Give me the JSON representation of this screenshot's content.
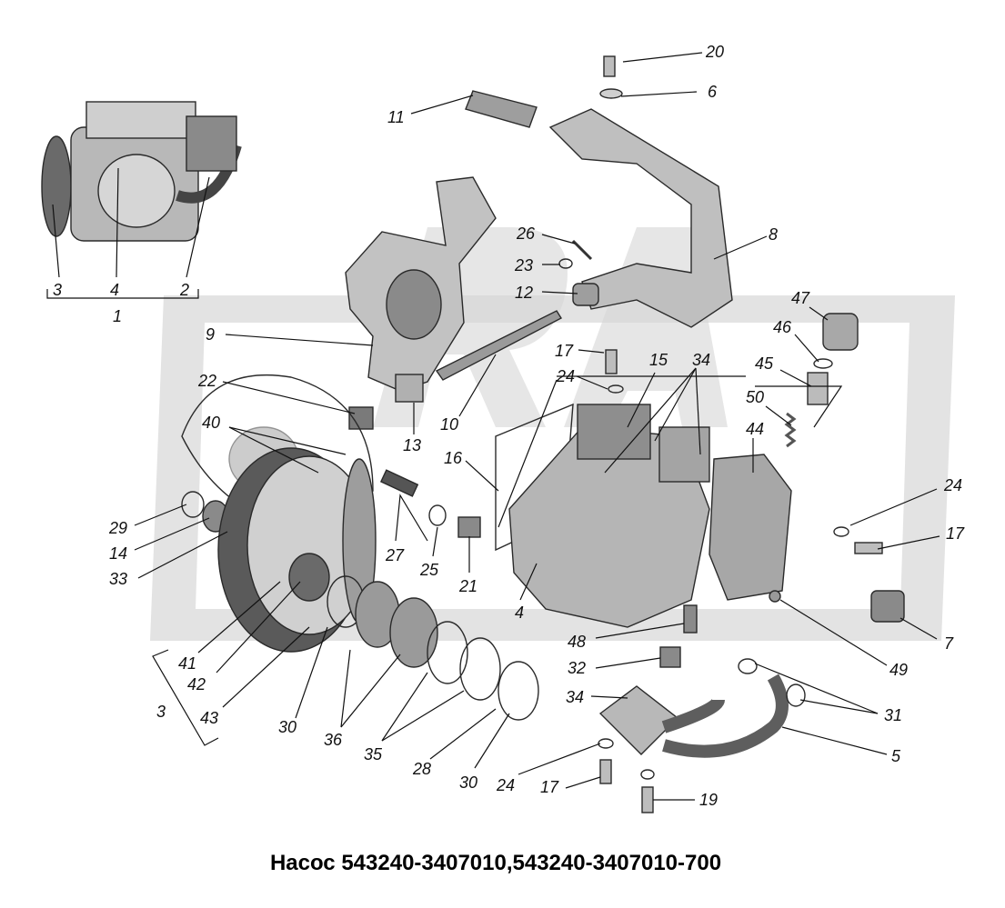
{
  "title": "Насос 543240-3407010,543240-3407010-700",
  "watermark": "RA",
  "colors": {
    "part_light": "#cfcfcf",
    "part_mid": "#a8a8a8",
    "part_dark": "#555555",
    "watermark": "#d8d8d8"
  },
  "labels": [
    {
      "id": "p20",
      "text": "20"
    },
    {
      "id": "p6",
      "text": "6"
    },
    {
      "id": "p11",
      "text": "11"
    },
    {
      "id": "p8",
      "text": "8"
    },
    {
      "id": "p26",
      "text": "26"
    },
    {
      "id": "p23",
      "text": "23"
    },
    {
      "id": "p12",
      "text": "12"
    },
    {
      "id": "p9",
      "text": "9"
    },
    {
      "id": "p47",
      "text": "47"
    },
    {
      "id": "p46",
      "text": "46"
    },
    {
      "id": "p45",
      "text": "45"
    },
    {
      "id": "p50",
      "text": "50"
    },
    {
      "id": "p17a",
      "text": "17"
    },
    {
      "id": "p15",
      "text": "15"
    },
    {
      "id": "p34a",
      "text": "34"
    },
    {
      "id": "p24a",
      "text": "24"
    },
    {
      "id": "p22",
      "text": "22"
    },
    {
      "id": "p40",
      "text": "40"
    },
    {
      "id": "p13",
      "text": "13"
    },
    {
      "id": "p10",
      "text": "10"
    },
    {
      "id": "p16",
      "text": "16"
    },
    {
      "id": "p44",
      "text": "44"
    },
    {
      "id": "p24b",
      "text": "24"
    },
    {
      "id": "p17b",
      "text": "17"
    },
    {
      "id": "p29",
      "text": "29"
    },
    {
      "id": "p14",
      "text": "14"
    },
    {
      "id": "p33",
      "text": "33"
    },
    {
      "id": "p27",
      "text": "27"
    },
    {
      "id": "p25",
      "text": "25"
    },
    {
      "id": "p21",
      "text": "21"
    },
    {
      "id": "p4",
      "text": "4"
    },
    {
      "id": "p7",
      "text": "7"
    },
    {
      "id": "p48",
      "text": "48"
    },
    {
      "id": "p49",
      "text": "49"
    },
    {
      "id": "p41",
      "text": "41"
    },
    {
      "id": "p42",
      "text": "42"
    },
    {
      "id": "p32",
      "text": "32"
    },
    {
      "id": "p3",
      "text": "3"
    },
    {
      "id": "p43",
      "text": "43"
    },
    {
      "id": "p30a",
      "text": "30"
    },
    {
      "id": "p36",
      "text": "36"
    },
    {
      "id": "p35",
      "text": "35"
    },
    {
      "id": "p34b",
      "text": "34"
    },
    {
      "id": "p31",
      "text": "31"
    },
    {
      "id": "p5",
      "text": "5"
    },
    {
      "id": "p28",
      "text": "28"
    },
    {
      "id": "p30b",
      "text": "30"
    },
    {
      "id": "p24c",
      "text": "24"
    },
    {
      "id": "p17c",
      "text": "17"
    },
    {
      "id": "p19",
      "text": "19"
    },
    {
      "id": "in3",
      "text": "3"
    },
    {
      "id": "in4",
      "text": "4"
    },
    {
      "id": "in2",
      "text": "2"
    },
    {
      "id": "in1",
      "text": "1"
    }
  ]
}
